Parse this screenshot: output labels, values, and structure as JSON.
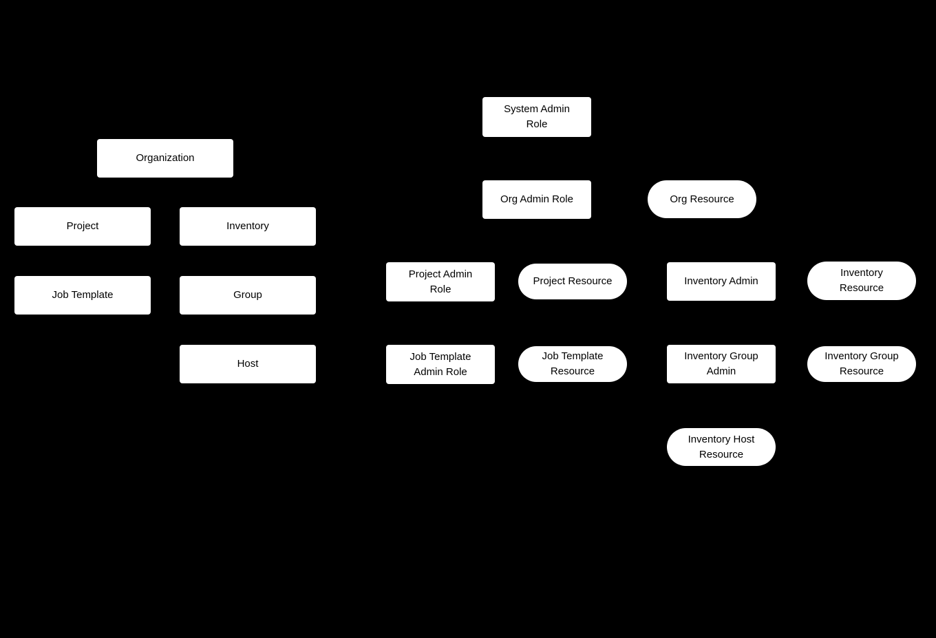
{
  "diagram": {
    "colors": {
      "background": "#000000",
      "node_fill": "#ffffff",
      "node_text": "#000000"
    },
    "nodes": {
      "organization": {
        "label": "Organization"
      },
      "project": {
        "label": "Project"
      },
      "inventory": {
        "label": "Inventory"
      },
      "job_template": {
        "label": "Job Template"
      },
      "group": {
        "label": "Group"
      },
      "host": {
        "label": "Host"
      },
      "system_admin_role": {
        "label": "System Admin\nRole"
      },
      "org_admin_role": {
        "label": "Org Admin Role"
      },
      "org_resource": {
        "label": "Org Resource"
      },
      "project_admin_role": {
        "label": "Project Admin\nRole"
      },
      "project_resource": {
        "label": "Project Resource"
      },
      "inventory_admin": {
        "label": "Inventory Admin"
      },
      "inventory_resource": {
        "label": "Inventory\nResource"
      },
      "job_template_admin_role": {
        "label": "Job Template\nAdmin Role"
      },
      "job_template_resource": {
        "label": "Job Template\nResource"
      },
      "inventory_group_admin": {
        "label": "Inventory Group\nAdmin"
      },
      "inventory_group_resource": {
        "label": "Inventory Group\nResource"
      },
      "inventory_host_resource": {
        "label": "Inventory Host\nResource"
      }
    }
  }
}
